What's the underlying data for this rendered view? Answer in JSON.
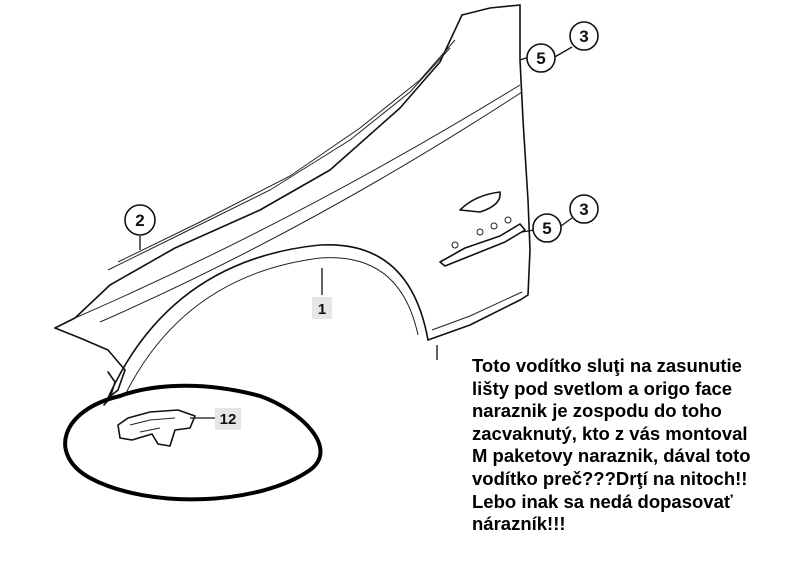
{
  "diagram": {
    "callouts": {
      "c3_top": "3",
      "c5_top": "5",
      "c2": "2",
      "c3_mid": "3",
      "c5_mid": "5"
    },
    "labels": {
      "l1": "1",
      "l12": "12"
    }
  },
  "note": {
    "lines": [
      "Toto vodítko sluţi na zasunutie",
      "lišty pod svetlom a origo face",
      "naraznik je zospodu do toho",
      "zacvaknutý, kto z vás montoval",
      "M paketovy naraznik, dával toto",
      "vodítko preč???Drţí na nitoch!!",
      "Lebo inak sa nedá dopasovať",
      "nárazník!!!"
    ]
  }
}
